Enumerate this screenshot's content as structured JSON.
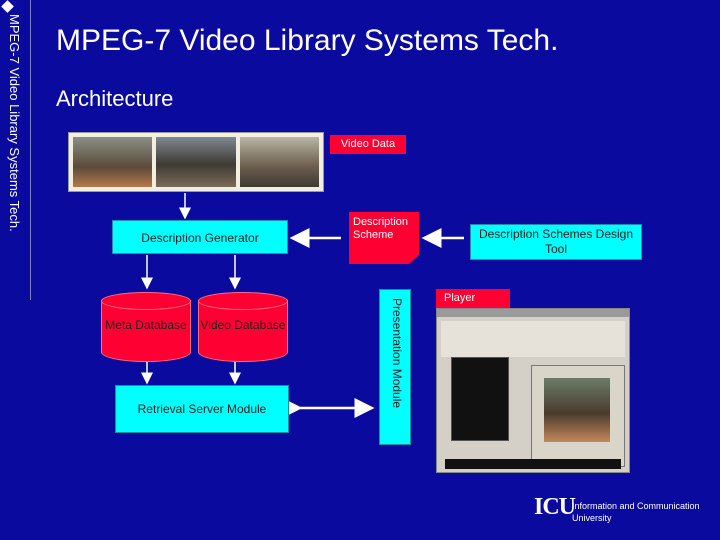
{
  "sidebar": {
    "title": "MPEG-7 Video Library Systems Tech."
  },
  "header": {
    "title": "MPEG-7 Video Library Systems Tech.",
    "subtitle": "Architecture"
  },
  "diagram": {
    "video_data": "Video Data",
    "description_generator": "Description Generator",
    "description_scheme": "Description Scheme",
    "ds_design_tool": "Description Schemes Design Tool",
    "meta_database": "Meta Database",
    "video_database": "Video Database",
    "retrieval_server": "Retrieval Server Module",
    "player": "Player",
    "presentation_module": "Presentation Module"
  },
  "footer": {
    "logo": "ICU",
    "university": "Information and Communication University"
  },
  "colors": {
    "background": "#0a0a9e",
    "red": "#ff0033",
    "cyan": "#00ffff"
  }
}
